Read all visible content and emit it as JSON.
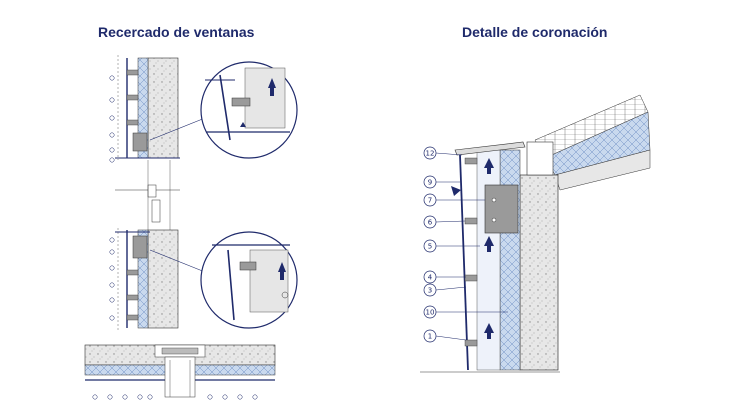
{
  "titles": {
    "left": "Recercado de ventanas",
    "right": "Detalle de coronación"
  },
  "coronacion_callouts": [
    {
      "num": "12"
    },
    {
      "num": "9"
    },
    {
      "num": "7"
    },
    {
      "num": "6"
    },
    {
      "num": "5"
    },
    {
      "num": "4"
    },
    {
      "num": "3"
    },
    {
      "num": "10"
    },
    {
      "num": "1"
    }
  ],
  "colors": {
    "ink": "#1f2a6b",
    "insulation_fill": "#c9d9ee",
    "concrete_fill": "#e7e7e7",
    "bracket_fill": "#9a9a9a",
    "line": "#2a2a2a"
  }
}
